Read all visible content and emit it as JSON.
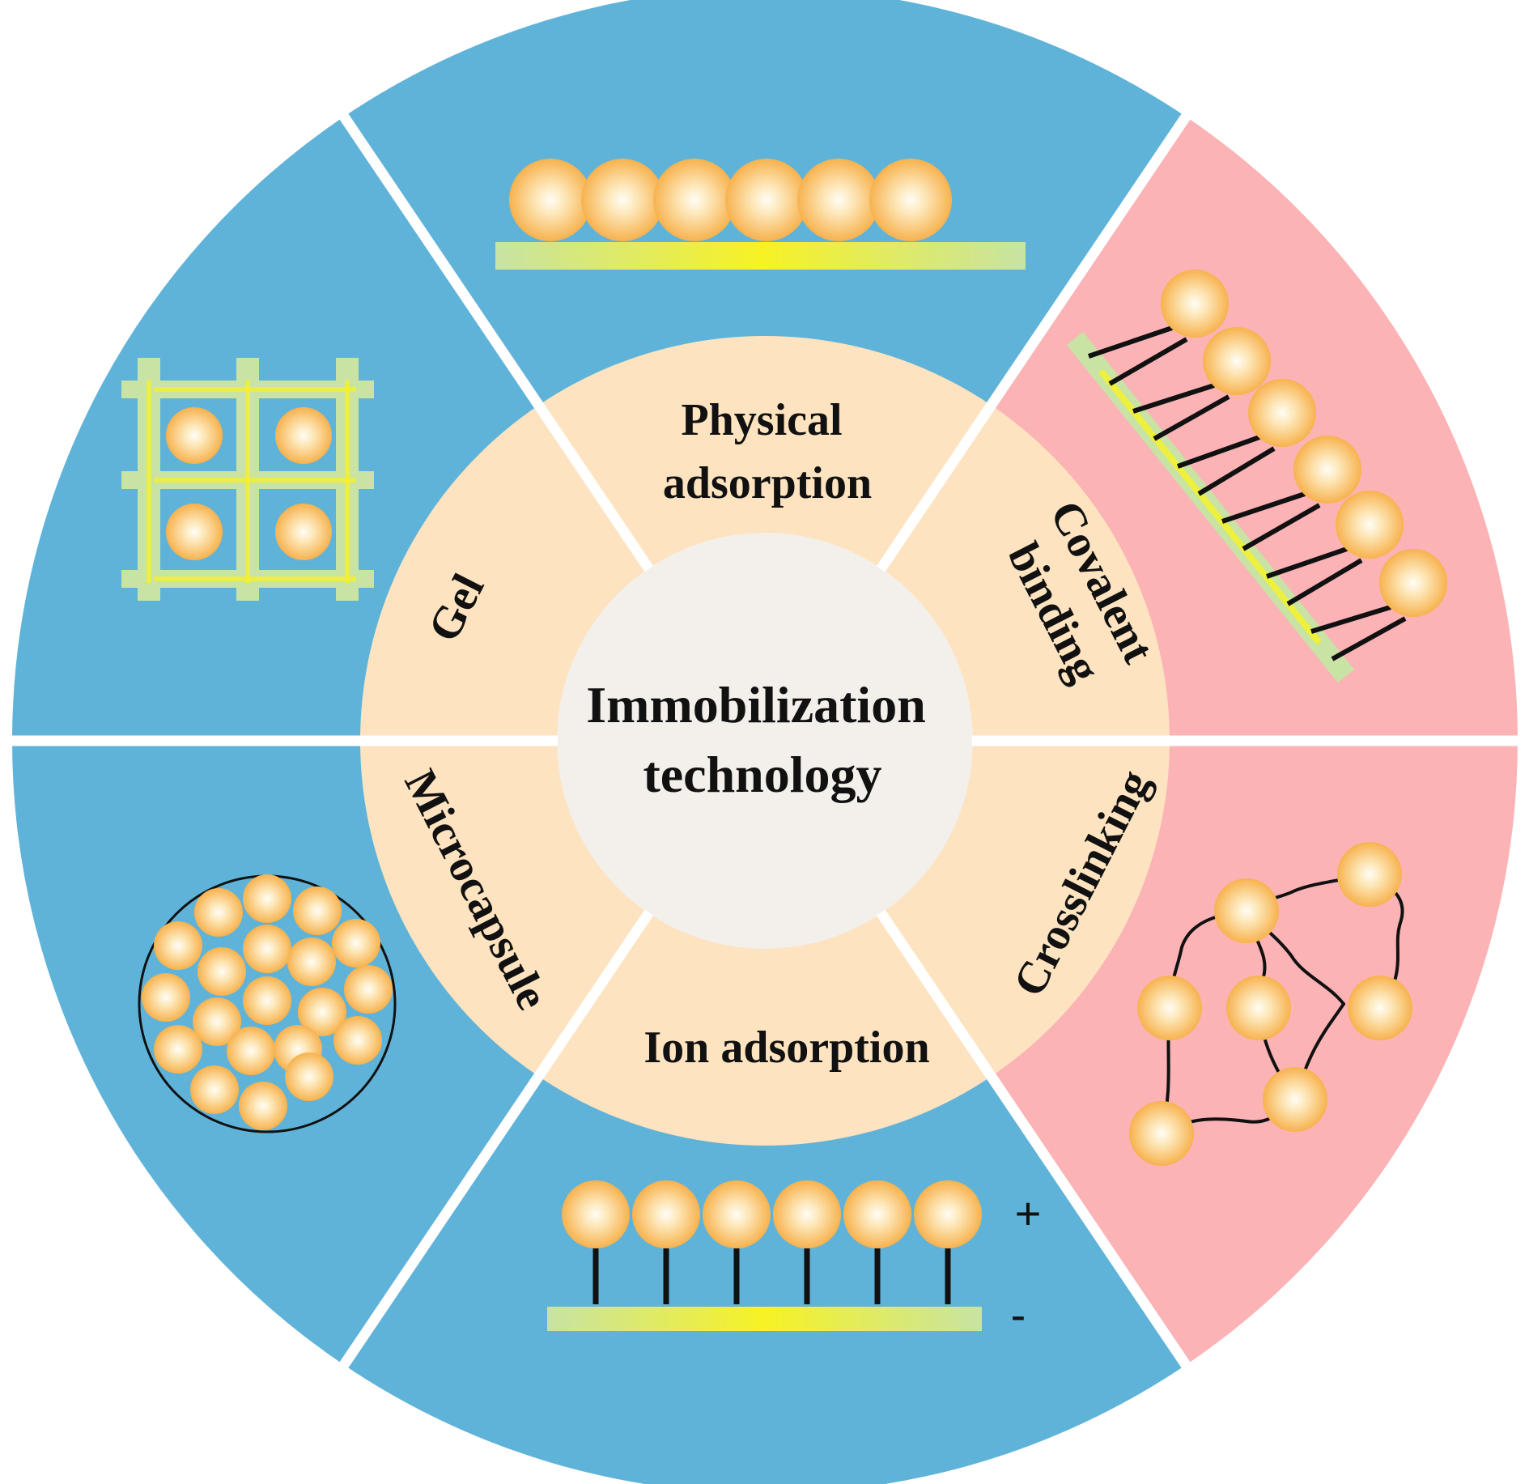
{
  "center": {
    "line1": "Immobilization",
    "line2": "technology"
  },
  "sectors": [
    {
      "id": "physical",
      "label_lines": [
        "Physical",
        "adsorption"
      ],
      "color": "blue"
    },
    {
      "id": "covalent",
      "label_lines": [
        "Covalent",
        "binding"
      ],
      "color": "pink"
    },
    {
      "id": "crosslinking",
      "label_lines": [
        "Crosslinking"
      ],
      "color": "pink"
    },
    {
      "id": "ion",
      "label_lines": [
        "Ion adsorption"
      ],
      "color": "blue"
    },
    {
      "id": "microcapsule",
      "label_lines": [
        "Microcapsule"
      ],
      "color": "blue"
    },
    {
      "id": "gel",
      "label_lines": [
        "Gel"
      ],
      "color": "blue"
    }
  ],
  "charges": {
    "positive": "+",
    "negative": "-"
  },
  "colors": {
    "outer_blue": "#5fb3d9",
    "outer_pink": "#fbb3b5",
    "inner_ring": "#fde3bf",
    "center": "#f3efea",
    "divider": "#ffffff",
    "sphere_core": "#fffdf6",
    "sphere_edge": "#f7b24e",
    "support_bar": "#c8e3a4",
    "support_glow": "#f7f224"
  }
}
